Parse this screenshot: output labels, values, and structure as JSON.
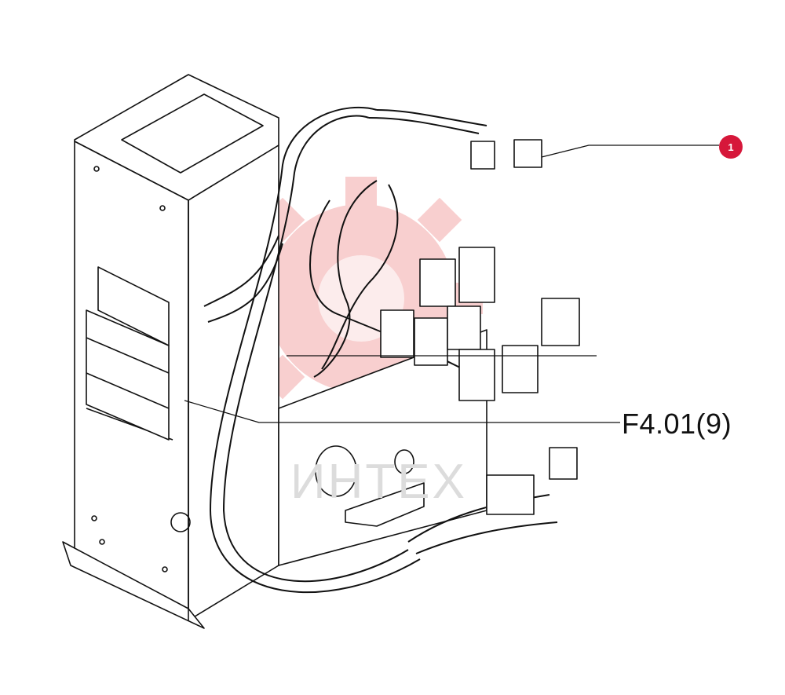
{
  "diagram": {
    "reference_label": "F4.01(9)",
    "callout_number": "1",
    "callout_color": "#d6173a",
    "watermark_text": "ИНТЕХ",
    "watermark_color": "#f4b5b5",
    "line_color": "#111111"
  }
}
